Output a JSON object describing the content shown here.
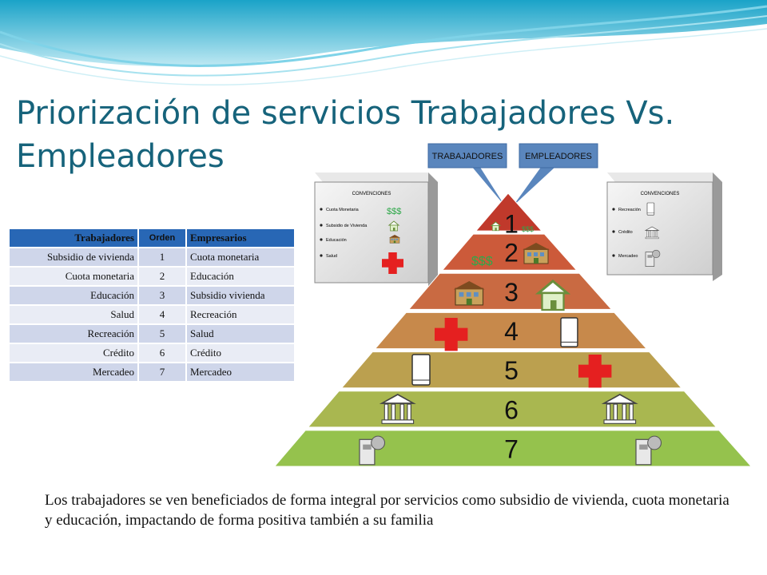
{
  "title": "Priorización de servicios Trabajadores Vs. Empleadores",
  "table": {
    "headers": [
      "Trabajadores",
      "Orden",
      "Empresarios"
    ],
    "rows": [
      [
        "Subsidio de vivienda",
        "1",
        "Cuota monetaria"
      ],
      [
        "Cuota monetaria",
        "2",
        "Educación"
      ],
      [
        "Educación",
        "3",
        "Subsidio vivienda"
      ],
      [
        "Salud",
        "4",
        "Recreación"
      ],
      [
        "Recreación",
        "5",
        "Salud"
      ],
      [
        "Crédito",
        "6",
        "Crédito"
      ],
      [
        "Mercadeo",
        "7",
        "Mercadeo"
      ]
    ]
  },
  "diagram": {
    "callouts": [
      "TRABAJADORES",
      "EMPLEADORES"
    ],
    "legend_left": {
      "title": "CONVENCIONES",
      "items": [
        "Cuota Monetaria",
        "Subsidio de Vivienda",
        "Educación",
        "Salud"
      ]
    },
    "legend_right": {
      "title": "CONVENCIONES",
      "items": [
        "Recreación",
        "Crédito",
        "Mercadeo"
      ]
    },
    "money_symbol": "$$$",
    "levels": [
      "1",
      "2",
      "3",
      "4",
      "5",
      "6",
      "7"
    ],
    "level_colors": [
      "#c0392b",
      "#cc5a3a",
      "#c96a42",
      "#c7894b",
      "#bba04f",
      "#a9b750",
      "#95c24d"
    ]
  },
  "caption": "Los trabajadores se ven beneficiados de forma integral por servicios como subsidio de vivienda, cuota monetaria y educación, impactando de forma positiva también a su familia"
}
